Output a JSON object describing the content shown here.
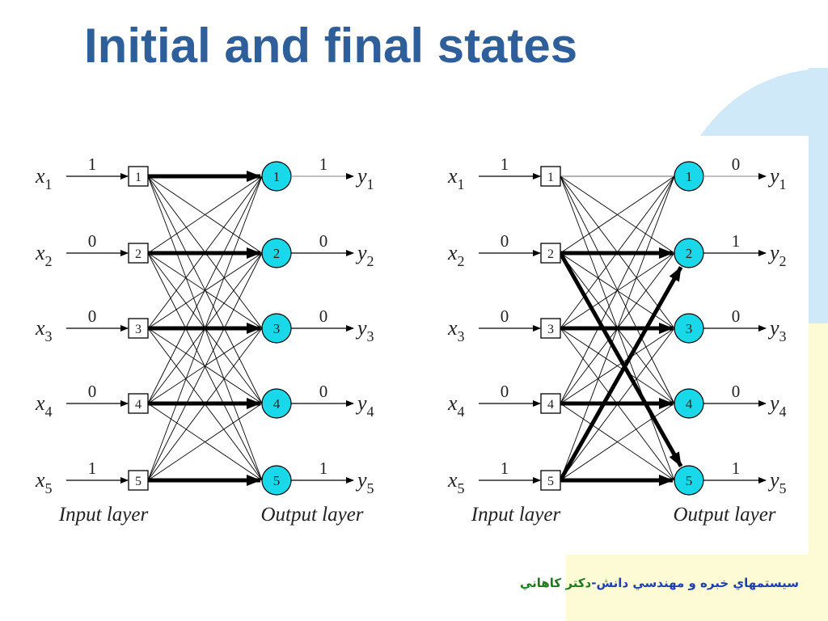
{
  "slide": {
    "title": "Initial and final states",
    "footer_main": "سيستمهاي خبره و مهندسي دانش-",
    "footer_author": "دکتر کاهاني"
  },
  "colors": {
    "title": "#2f5f9a",
    "output_node": "#19d8ea",
    "deco_blue": "#cfe9f9",
    "deco_yellow": "#fcfbd6",
    "footer_main": "#1f3fb0",
    "footer_author": "#1b7a1b"
  },
  "diagrams": [
    {
      "id": "initial",
      "inputs": [
        {
          "var": "x",
          "sub": "1",
          "value": "1",
          "node": "1"
        },
        {
          "var": "x",
          "sub": "2",
          "value": "0",
          "node": "2"
        },
        {
          "var": "x",
          "sub": "3",
          "value": "0",
          "node": "3"
        },
        {
          "var": "x",
          "sub": "4",
          "value": "0",
          "node": "4"
        },
        {
          "var": "x",
          "sub": "5",
          "value": "1",
          "node": "5"
        }
      ],
      "outputs": [
        {
          "var": "y",
          "sub": "1",
          "value": "1",
          "node": "1"
        },
        {
          "var": "y",
          "sub": "2",
          "value": "0",
          "node": "2"
        },
        {
          "var": "y",
          "sub": "3",
          "value": "0",
          "node": "3"
        },
        {
          "var": "y",
          "sub": "4",
          "value": "0",
          "node": "4"
        },
        {
          "var": "y",
          "sub": "5",
          "value": "1",
          "node": "5"
        }
      ],
      "strong_connections": [
        [
          1,
          1
        ],
        [
          2,
          2
        ],
        [
          3,
          3
        ],
        [
          4,
          4
        ],
        [
          5,
          5
        ]
      ],
      "input_layer_label": "Input layer",
      "output_layer_label": "Output layer"
    },
    {
      "id": "final",
      "inputs": [
        {
          "var": "x",
          "sub": "1",
          "value": "1",
          "node": "1"
        },
        {
          "var": "x",
          "sub": "2",
          "value": "0",
          "node": "2"
        },
        {
          "var": "x",
          "sub": "3",
          "value": "0",
          "node": "3"
        },
        {
          "var": "x",
          "sub": "4",
          "value": "0",
          "node": "4"
        },
        {
          "var": "x",
          "sub": "5",
          "value": "1",
          "node": "5"
        }
      ],
      "outputs": [
        {
          "var": "y",
          "sub": "1",
          "value": "0",
          "node": "1"
        },
        {
          "var": "y",
          "sub": "2",
          "value": "1",
          "node": "2"
        },
        {
          "var": "y",
          "sub": "3",
          "value": "0",
          "node": "3"
        },
        {
          "var": "y",
          "sub": "4",
          "value": "0",
          "node": "4"
        },
        {
          "var": "y",
          "sub": "5",
          "value": "1",
          "node": "5"
        }
      ],
      "strong_connections": [
        [
          2,
          2
        ],
        [
          3,
          3
        ],
        [
          4,
          4
        ],
        [
          5,
          5
        ],
        [
          2,
          5
        ],
        [
          5,
          2
        ]
      ],
      "input_layer_label": "Input layer",
      "output_layer_label": "Output layer"
    }
  ]
}
